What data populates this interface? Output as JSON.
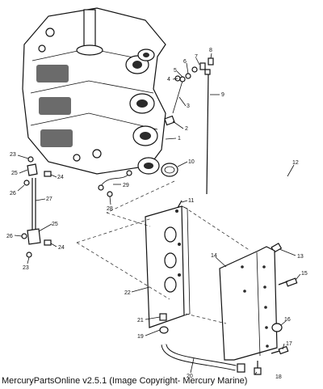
{
  "caption": "MercuryPartsOnline v2.5.1 (Image Copyright- Mercury Marine)",
  "callouts": [
    "1",
    "2",
    "3",
    "4",
    "5",
    "6",
    "7",
    "8",
    "9",
    "10",
    "11",
    "12",
    "13",
    "14",
    "15",
    "16",
    "17",
    "18",
    "19",
    "20",
    "21",
    "22",
    "23",
    "24",
    "25",
    "26",
    "27",
    "28",
    "29"
  ]
}
